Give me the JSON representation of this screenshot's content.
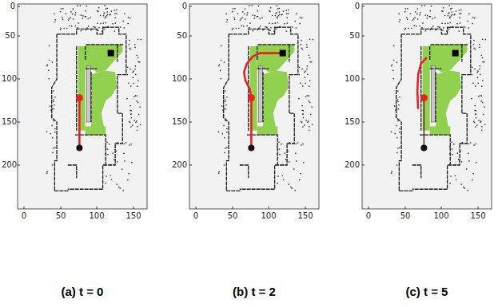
{
  "diagram": {
    "labels": [
      "0",
      "50",
      "100",
      "150",
      "200",
      "0",
      "50",
      "100",
      "150",
      "(a) t = 0",
      "0",
      "50",
      "100",
      "150",
      "200",
      "0",
      "50",
      "100",
      "150",
      "(b) t = 2",
      "0",
      "50",
      "100",
      "150",
      "200",
      "0",
      "50",
      "100",
      "150",
      "(c) t = 5"
    ]
  }
}
